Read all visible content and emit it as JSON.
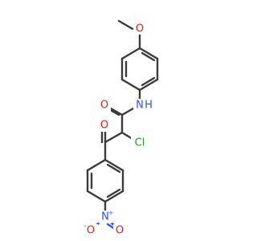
{
  "molecule": {
    "atoms": {
      "methoxy_o": {
        "label": "O",
        "color": "#e02020"
      },
      "amide_o": {
        "label": "O",
        "color": "#e02020"
      },
      "amide_n": {
        "label": "N",
        "color": "#3050f8"
      },
      "amide_h": {
        "label": "H",
        "color": "#3050f8"
      },
      "chlorine": {
        "label": "Cl",
        "color": "#1fa01f"
      },
      "ketone_o": {
        "label": "O",
        "color": "#e02020"
      },
      "nitro_n": {
        "label": "N",
        "color": "#3050f8",
        "charge": "+"
      },
      "nitro_o1": {
        "label": "O",
        "color": "#e02020",
        "charge": "-"
      },
      "nitro_o2": {
        "label": "O",
        "color": "#e02020"
      }
    },
    "colors": {
      "carbon_bond": "#3a3a3a",
      "oxygen": "#e02020",
      "nitrogen": "#3050f8",
      "chlorine": "#1fa01f"
    }
  }
}
